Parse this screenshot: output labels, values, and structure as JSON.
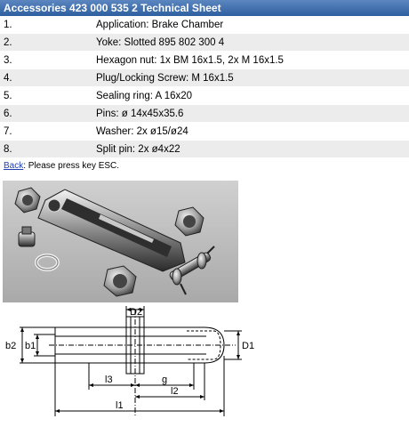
{
  "header": {
    "title": "Accessories 423 000 535 2 Technical Sheet"
  },
  "rows": [
    {
      "num": "1.",
      "text": "Application: Brake Chamber"
    },
    {
      "num": "2.",
      "text": "Yoke: Slotted 895 802 300 4"
    },
    {
      "num": "3.",
      "text": "Hexagon nut: 1x BM 16x1.5, 2x M 16x1.5"
    },
    {
      "num": "4.",
      "text": "Plug/Locking Screw: M 16x1.5"
    },
    {
      "num": "5.",
      "text": "Sealing ring: A 16x20"
    },
    {
      "num": "6.",
      "text": "Pins: ø 14x45x35.6"
    },
    {
      "num": "7.",
      "text": "Washer: 2x ø15/ø24"
    },
    {
      "num": "8.",
      "text": "Split pin: 2x ø4x22"
    }
  ],
  "footer": {
    "back_label": "Back",
    "hint": ": Please press key ESC."
  },
  "drawing_labels": {
    "d2": "D2",
    "b2": "b2",
    "b1": "b1",
    "d1": "D1",
    "l3": "l3",
    "g": "g",
    "l2": "l2",
    "l1": "l1"
  }
}
